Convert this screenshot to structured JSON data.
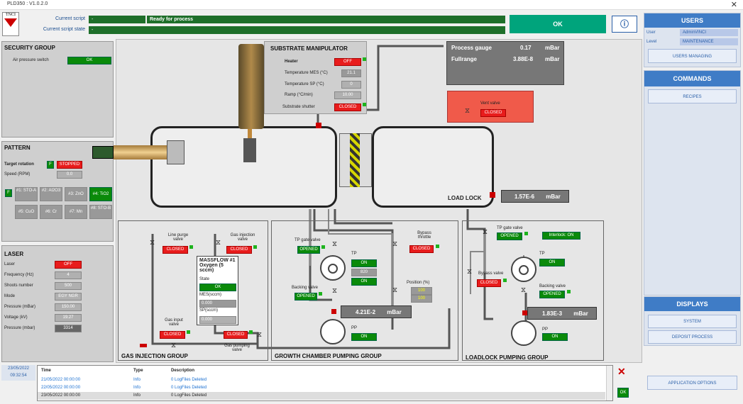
{
  "app_title": "PLD350 : V1.0.2.0",
  "logo_text": "TNCI",
  "header": {
    "current_script_label": "Current script",
    "current_script_value": "-",
    "status": "Ready for process",
    "current_state_label": "Current script state",
    "current_state_value": "-",
    "ok_label": "OK"
  },
  "security": {
    "title": "SECURITY GROUP",
    "air_label": "Air pressure switch",
    "air_value": "OK"
  },
  "pattern": {
    "title": "PATTERN",
    "rotation_label": "Target rotation",
    "rotation_flag": "F",
    "rotation_value": "STOPPED",
    "speed_label": "Speed (RPM)",
    "speed_value": "0.0",
    "flag": "F",
    "targets": [
      "#1: STO-A",
      "#2: Al2O3",
      "#3: ZnO",
      "#4: TiO2",
      "#5: CuO",
      "#6: Cr",
      "#7: Mn",
      "#8: STO-B"
    ]
  },
  "laser": {
    "title": "LASER",
    "rows": [
      {
        "label": "Laser",
        "value": "OFF"
      },
      {
        "label": "Frequency (Hz)",
        "value": "4"
      },
      {
        "label": "Shoots number",
        "value": "500"
      },
      {
        "label": "Mode",
        "value": "EGY NGR"
      },
      {
        "label": "Pressure (mBar)",
        "value": "150.00"
      },
      {
        "label": "Voltage (kV)",
        "value": "19.27"
      },
      {
        "label": "Pressure (mbar)",
        "value": "3314"
      }
    ]
  },
  "substrate": {
    "title": "SUBSTRATE MANIPULATOR",
    "heater_label": "Heater",
    "heater_value": "OFF",
    "temp_mes_label": "Temperature MES (°C)",
    "temp_mes_value": "21.1",
    "temp_sp_label": "Temperature SP (°C)",
    "temp_sp_value": "0",
    "ramp_label": "Ramp (°C/min)",
    "ramp_value": "10.00",
    "shutter_label": "Substrate shutter",
    "shutter_value": "CLOSED"
  },
  "gauge": {
    "process_label": "Process gauge",
    "process_value": "0.17",
    "process_unit": "mBar",
    "full_label": "Fullrange",
    "full_value": "3.88E-8",
    "full_unit": "mBar"
  },
  "vent": {
    "label": "Vent valve",
    "value": "CLOSED"
  },
  "loadlock": {
    "label": "LOAD LOCK",
    "pressure": "1.57E-6",
    "unit": "mBar"
  },
  "gas": {
    "title": "GAS INJECTION GROUP",
    "line_purge_label": "Line purge valve",
    "line_purge_value": "CLOSED",
    "gas_inj_label": "Gas injection valve",
    "gas_inj_value": "CLOSED",
    "massflow_title": "MASSFLOW #1 Oxygen (5 sccm)",
    "state_label": "State",
    "state_value": "OK",
    "mes_label": "MES(sccm)",
    "mes_value": "0.000",
    "sp_label": "SP(sccm)",
    "sp_value": "0.000",
    "gas_input_label": "Gas input valve",
    "gas_input_value": "CLOSED",
    "gas_pump_label": "Gas pumping valve",
    "gas_pump_value": "CLOSED"
  },
  "growth": {
    "title": "GROWTH CHAMBER PUMPING GROUP",
    "tp_gate_label": "TP gate valve",
    "tp_gate_value": "OPENED",
    "bypass_label": "Bypass throttle",
    "bypass_value": "CLOSED",
    "tp_label": "TP",
    "tp_v1": "ON",
    "tp_v2": "820",
    "tp_v3": "ON",
    "position_label": "Position (%)",
    "pos_v1": "100",
    "pos_v2": "100",
    "backing_label": "Backing valve",
    "backing_value": "OPENED",
    "pressure": "4.21E-2",
    "unit": "mBar",
    "pp_label": "PP",
    "pp_value": "ON"
  },
  "llpump": {
    "title": "LOADLOCK PUMPING GROUP",
    "tp_gate_label": "TP gate valve",
    "tp_gate_value": "OPENED",
    "interlock": "Interlock: ON",
    "tp_label": "TP",
    "tp_value": "ON",
    "bypass_label": "Bypass valve",
    "bypass_value": "CLOSED",
    "backing_label": "Backing valve",
    "backing_value": "OPENED",
    "pressure": "1.83E-3",
    "unit": "mBar",
    "pp_label": "PP",
    "pp_value": "ON"
  },
  "users": {
    "title": "USERS",
    "user_label": "User",
    "user_value": "AdminVINCI",
    "level_label": "Level",
    "level_value": "MAINTENANCE",
    "manage": "USERS MANAGING"
  },
  "commands": {
    "title": "COMMANDS",
    "recipes": "RECIPES"
  },
  "displays": {
    "title": "DISPLAYS",
    "system": "SYSTEM",
    "deposit": "DEPOSIT PROCESS"
  },
  "app_options": "APPLICATION OPTIONS",
  "log": {
    "date": "23/05/2022",
    "time": "09:32:54",
    "headers": [
      "Time",
      "Type",
      "Description"
    ],
    "rows": [
      [
        "21/05/2022 00:00:00",
        "Info",
        "0 LogFiles Deleted"
      ],
      [
        "22/05/2022 00:00:00",
        "Info",
        "0 LogFiles Deleted"
      ],
      [
        "23/05/2022 00:00:00",
        "Info",
        "0 LogFiles Deleted"
      ]
    ],
    "ok": "OK"
  }
}
